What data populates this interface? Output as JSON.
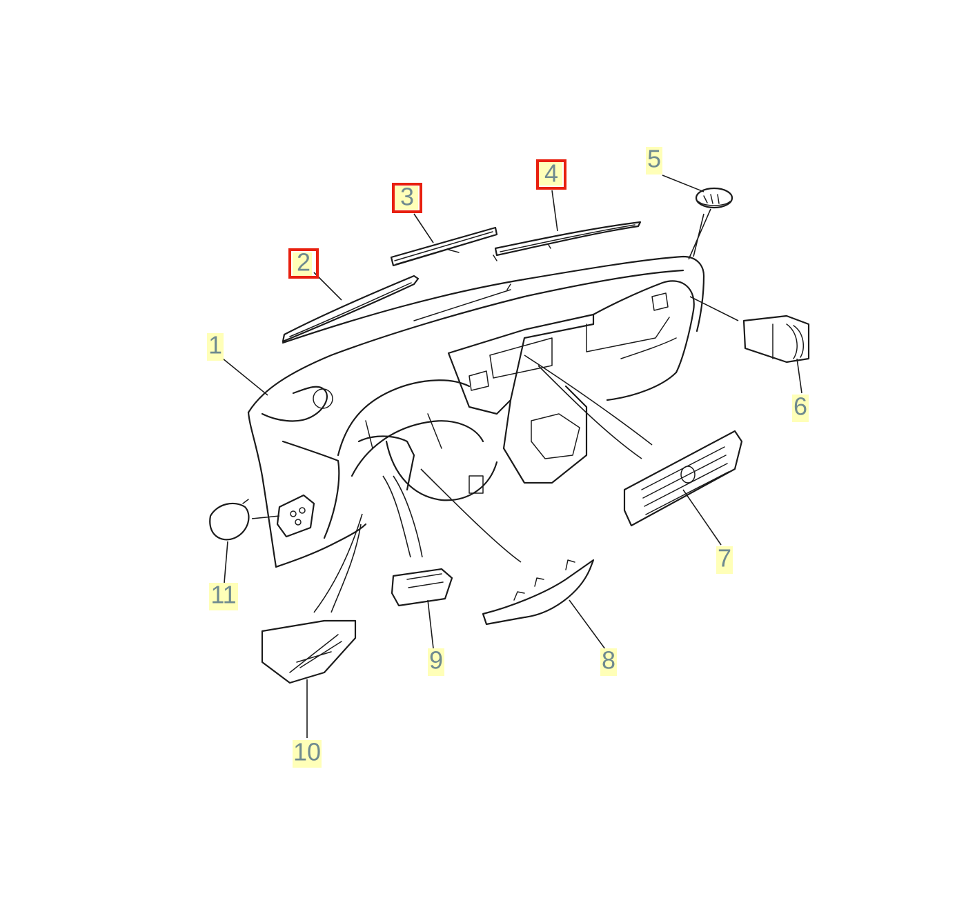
{
  "callouts": [
    {
      "id": "1",
      "label": "1",
      "highlighted": false
    },
    {
      "id": "2",
      "label": "2",
      "highlighted": true
    },
    {
      "id": "3",
      "label": "3",
      "highlighted": true
    },
    {
      "id": "4",
      "label": "4",
      "highlighted": true
    },
    {
      "id": "5",
      "label": "5",
      "highlighted": false
    },
    {
      "id": "6",
      "label": "6",
      "highlighted": false
    },
    {
      "id": "7",
      "label": "7",
      "highlighted": false
    },
    {
      "id": "8",
      "label": "8",
      "highlighted": false
    },
    {
      "id": "9",
      "label": "9",
      "highlighted": false
    },
    {
      "id": "10",
      "label": "10",
      "highlighted": false
    },
    {
      "id": "11",
      "label": "11",
      "highlighted": false
    }
  ],
  "colors": {
    "callout_fill": "#ffffb8",
    "callout_text": "#6f8a8f",
    "highlight_box": "#e8200f",
    "line_art": "#1b1b1b",
    "background": "#ffffff"
  }
}
